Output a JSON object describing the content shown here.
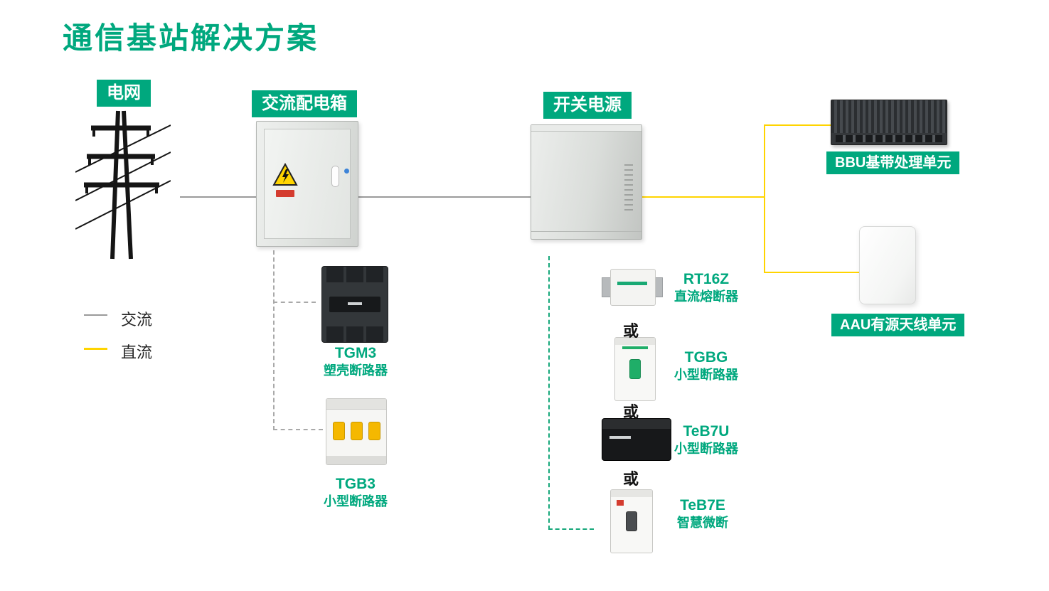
{
  "title": "通信基站解决方案",
  "nodes": {
    "grid": "电网",
    "ac_box": "交流配电箱",
    "switch_power": "开关电源",
    "bbu": "BBU基带处理单元",
    "aau": "AAU有源天线单元"
  },
  "legend": {
    "ac": "交流",
    "dc": "直流"
  },
  "or_label": "或",
  "products": {
    "tgm3": {
      "name": "TGM3",
      "desc": "塑壳断路器"
    },
    "tgb3": {
      "name": "TGB3",
      "desc": "小型断路器"
    },
    "rt16z": {
      "name": "RT16Z",
      "desc": "直流熔断器"
    },
    "tgbg": {
      "name": "TGBG",
      "desc": "小型断路器"
    },
    "teb7u": {
      "name": "TeB7U",
      "desc": "小型断路器"
    },
    "teb7e": {
      "name": "TeB7E",
      "desc": "智慧微断"
    }
  },
  "colors": {
    "accent": "#00A87E",
    "dc": "#FFD400",
    "ac": "#9A9A9A"
  }
}
